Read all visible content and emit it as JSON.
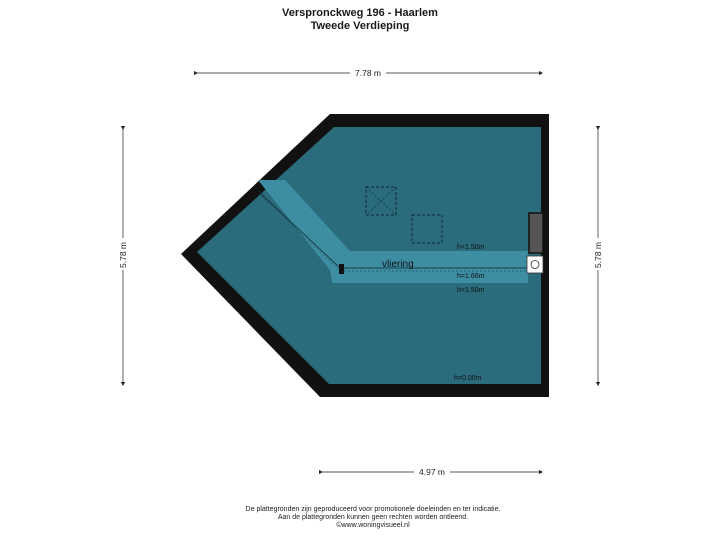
{
  "header": {
    "title": "Verspronckweg 196 - Haarlem",
    "subtitle": "Tweede Verdieping"
  },
  "dimensions": {
    "top_width": "7.78 m",
    "left_height": "5.78 m",
    "right_height": "5.78 m",
    "bottom_width": "4.97 m"
  },
  "room": {
    "name": "vliering",
    "heights": [
      "h<1.50m",
      "h=1.66m",
      "h<1.50m",
      "h=0.00m"
    ]
  },
  "colors": {
    "floor": "#2a6b7c",
    "wall": "#111111",
    "band": "#3d8ea3"
  },
  "footer": {
    "line1": "De plattegronden zijn geproduceerd voor promotionele doeleinden en ter indicatie.",
    "line2": "Aan de plattegronden kunnen geen rechten worden ontleend.",
    "line3": "©www.woningvisueel.nl"
  }
}
